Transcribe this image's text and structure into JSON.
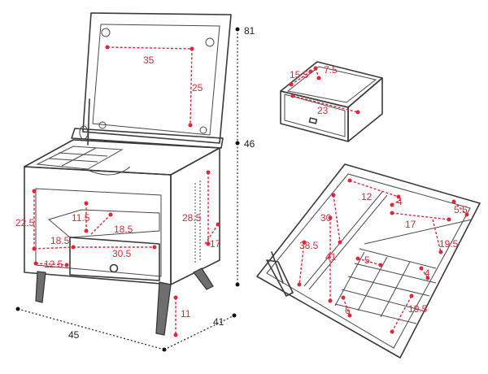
{
  "colors": {
    "dimension_red": "#e0263a",
    "dimension_black": "#222222",
    "outline": "#3a3a3a"
  },
  "labels": {
    "mirror_width": "35",
    "mirror_height": "25",
    "height_total": "81",
    "height_body": "46",
    "shelf_inner_height": "22.5",
    "upper_gap": "11.5",
    "inner_depth_a": "18.5",
    "inner_depth_b": "18.5",
    "drawer_width": "30.5",
    "drawer_low": "12.5",
    "side_height": "28.5",
    "side_depth": "17",
    "leg_height": "11",
    "depth_total": "41",
    "width_total": "45",
    "tray_depth": "15.5",
    "tray_height": "7.5",
    "tray_width": "23",
    "lid_outer": "30",
    "lid_side": "38.5",
    "lid_long": "41",
    "comp_a": "12",
    "comp_b": "4",
    "comp_c": "17",
    "comp_d": "5.5",
    "comp_e": "19.5",
    "comp_f": "5",
    "comp_g": "4",
    "comp_h": "6",
    "comp_i": "19.5"
  }
}
